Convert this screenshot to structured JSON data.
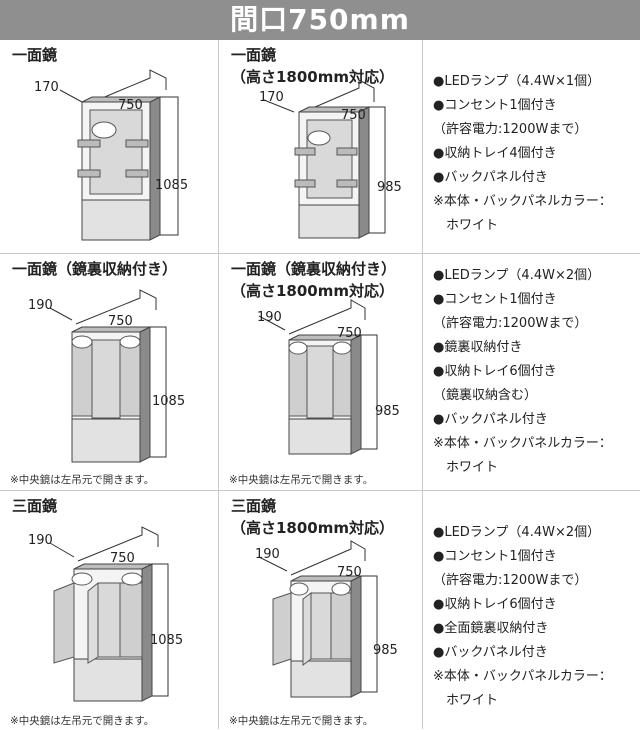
{
  "header": {
    "title": "間口750mm"
  },
  "rows": [
    {
      "col1": {
        "title": "一面鏡",
        "note": "",
        "dim_depth": "170",
        "dim_width": "750",
        "dim_height": "1085"
      },
      "col2": {
        "title": "一面鏡\n（高さ1800mm対応）",
        "note": "",
        "dim_depth": "170",
        "dim_width": "750",
        "dim_height": "985"
      },
      "specs": [
        "●LEDランプ（4.4W×1個）",
        "●コンセント1個付き",
        "（許容電力:1200Wまで）",
        "●収納トレイ4個付き",
        "●バックパネル付き",
        "※本体・バックパネルカラー：",
        "　ホワイト"
      ]
    },
    {
      "col1": {
        "title": "一面鏡（鏡裏収納付き）",
        "note": "※中央鏡は左吊元で開きます。",
        "dim_depth": "190",
        "dim_width": "750",
        "dim_height": "1085"
      },
      "col2": {
        "title": "一面鏡（鏡裏収納付き）\n（高さ1800mm対応）",
        "note": "※中央鏡は左吊元で開きます。",
        "dim_depth": "190",
        "dim_width": "750",
        "dim_height": "985"
      },
      "specs": [
        "●LEDランプ（4.4W×2個）",
        "●コンセント1個付き",
        "（許容電力:1200Wまで）",
        "●鏡裏収納付き",
        "●収納トレイ6個付き",
        "（鏡裏収納含む）",
        " ●バックパネル付き",
        "※本体・バックパネルカラー：",
        "　ホワイト"
      ]
    },
    {
      "col1": {
        "title": "三面鏡",
        "note": "※中央鏡は左吊元で開きます。",
        "dim_depth": "190",
        "dim_width": "750",
        "dim_height": "1085"
      },
      "col2": {
        "title": "三面鏡\n（高さ1800mm対応）",
        "note": "※中央鏡は左吊元で開きます。",
        "dim_depth": "190",
        "dim_width": "750",
        "dim_height": "985"
      },
      "specs": [
        "●LEDランプ（4.4W×2個）",
        "●コンセント1個付き",
        "（許容電力:1200Wまで）",
        "●収納トレイ6個付き",
        "●全面鏡裏収納付き",
        "●バックパネル付き",
        "※本体・バックパネルカラー：",
        "　ホワイト"
      ]
    }
  ]
}
